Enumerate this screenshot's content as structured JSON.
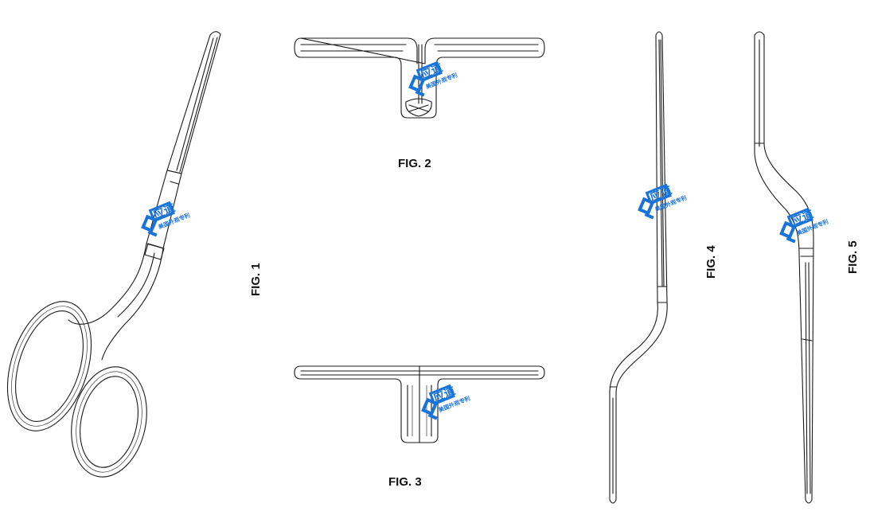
{
  "figures": [
    {
      "id": "fig1",
      "label": "FIG. 1",
      "view": "perspective"
    },
    {
      "id": "fig2",
      "label": "FIG. 2",
      "view": "top"
    },
    {
      "id": "fig3",
      "label": "FIG. 3",
      "view": "bottom"
    },
    {
      "id": "fig4",
      "label": "FIG. 4",
      "view": "left-side"
    },
    {
      "id": "fig5",
      "label": "FIG. 5",
      "view": "right-side"
    }
  ],
  "watermark": {
    "main_text": "应道",
    "sub_text": "美国外观专利",
    "color": "#1a73d9"
  },
  "colors": {
    "line": "#1a1a1a",
    "background": "#ffffff"
  }
}
